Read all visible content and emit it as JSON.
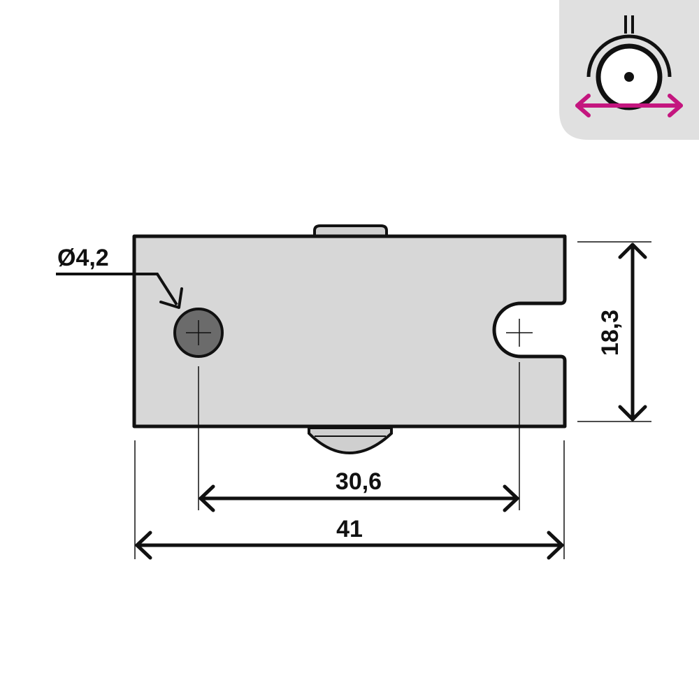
{
  "dimensions": {
    "hole_diameter": "Ø4,2",
    "hole_spacing": "30,6",
    "overall_width": "41",
    "overall_height": "18,3"
  },
  "icon": {
    "name": "wheel-movement-icon",
    "accent_color": "#c4167f"
  },
  "colors": {
    "part_fill": "#d7d7d7",
    "hole_fill": "#6b6b6b",
    "line": "#111111",
    "icon_panel": "#e0e0e0"
  }
}
